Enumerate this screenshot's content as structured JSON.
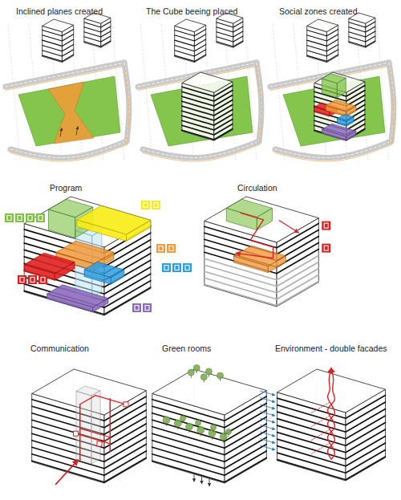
{
  "diagram": {
    "labels": [
      "Inclined planes created",
      "The Cube beeing placed",
      "Social zones created",
      "Program",
      "Circulation",
      "Communication",
      "Green rooms",
      "Environment - double facades"
    ]
  }
}
